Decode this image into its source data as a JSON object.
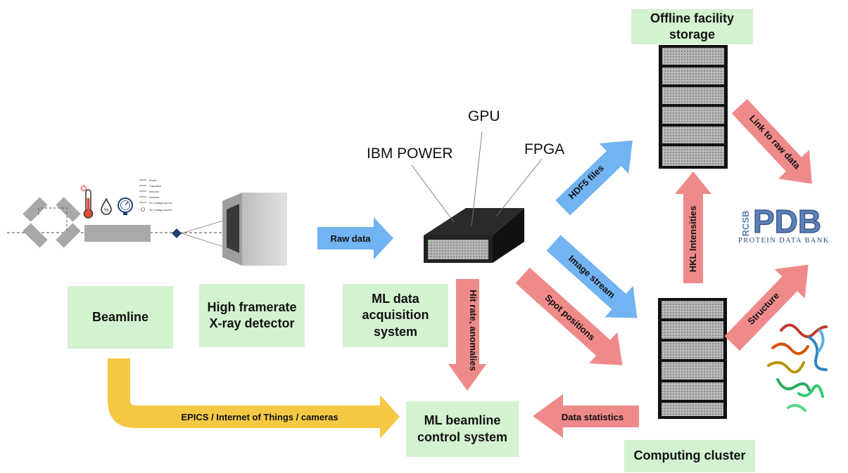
{
  "boxes": {
    "beamline": "Beamline",
    "detector": "High framerate\nX-ray detector",
    "daq": "ML data\nacquisition\nsystem",
    "control": "ML beamline\ncontrol system",
    "storage": "Offline facility\nstorage",
    "cluster": "Computing cluster"
  },
  "hardware_labels": {
    "gpu": "GPU",
    "ibm": "IBM POWER",
    "fpga": "FPGA"
  },
  "arrows": {
    "raw_data": "Raw data",
    "hdf5": "HDF5 files",
    "image_stream": "Image stream",
    "spot_positions": "Spot positions",
    "hit_rate": "Hit rate, anomalies",
    "epics": "EPICS / Internet of Things / cameras",
    "data_statistics": "Data statistics",
    "hkl": "HKL Intensities",
    "link_raw": "Link to raw data",
    "structure": "Structure"
  },
  "pdb_logo": {
    "main": "PDB",
    "side": "RCSB",
    "sub": "PROTEIN DATA BANK"
  },
  "legend": [
    "Diode",
    "Capacitor",
    "Inductor",
    "Resistor",
    "DC voltage source",
    "AC voltage source"
  ],
  "colors": {
    "green_box": "#d3f2cf",
    "blue_arrow": "#72b3f1",
    "red_arrow": "#ef8a8a",
    "yellow_arrow": "#f4c842",
    "pdb_blue": "#5b7fb6"
  }
}
